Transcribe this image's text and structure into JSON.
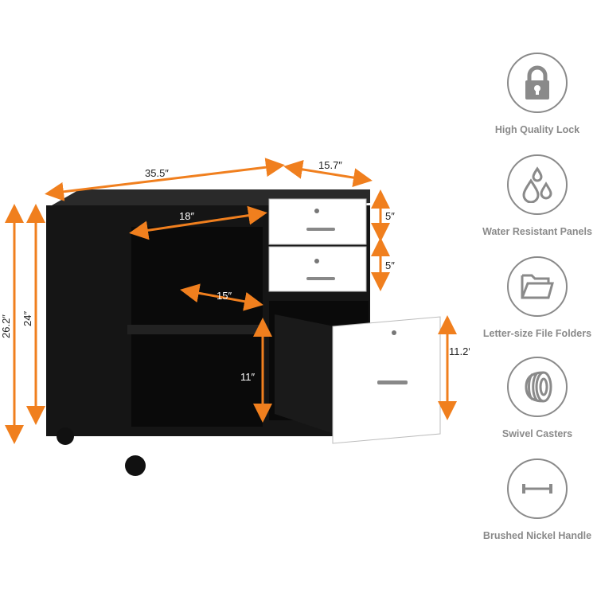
{
  "dimensions": {
    "width": "35.5″",
    "depth": "15.7″",
    "shelf_width": "18″",
    "shelf_depth": "15″",
    "total_height": "26.2″",
    "body_height": "24″",
    "drawer1_height": "5″",
    "drawer2_height": "5″",
    "shelf_height": "11″",
    "file_drawer_height": "11.2″"
  },
  "features": [
    {
      "icon": "lock-icon",
      "label": "High Quality Lock"
    },
    {
      "icon": "water-drops-icon",
      "label": "Water Resistant Panels"
    },
    {
      "icon": "folder-icon",
      "label": "Letter-size File Folders"
    },
    {
      "icon": "caster-wheel-icon",
      "label": "Swivel Casters"
    },
    {
      "icon": "handle-icon",
      "label": "Brushed Nickel Handle"
    }
  ],
  "colors": {
    "arrow": "#f07f1e",
    "icon": "#8a8a8a",
    "cabinet": "#151515",
    "drawer": "#ffffff"
  }
}
